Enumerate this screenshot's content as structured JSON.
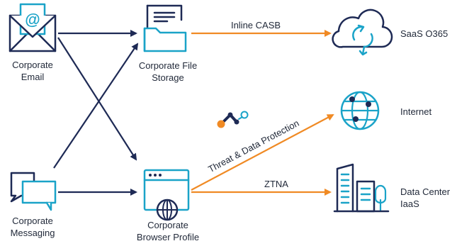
{
  "nodes": {
    "email": {
      "line1": "Corporate",
      "line2": "Email"
    },
    "messaging": {
      "line1": "Corporate",
      "line2": "Messaging"
    },
    "file_storage": {
      "line1": "Corporate File",
      "line2": "Storage"
    },
    "browser": {
      "line1": "Corporate",
      "line2": "Browser Profile"
    },
    "saas": {
      "label": "SaaS O365"
    },
    "internet": {
      "label": "Internet"
    },
    "datacenter": {
      "line1": "Data Center",
      "line2": "IaaS"
    }
  },
  "edges": {
    "casb": "Inline CASB",
    "threat": "Threat & Data Protection",
    "ztna": "ZTNA"
  },
  "colors": {
    "navy": "#1e2a55",
    "teal": "#1aa3c8",
    "orange": "#f08a24",
    "text": "#222a3a"
  }
}
